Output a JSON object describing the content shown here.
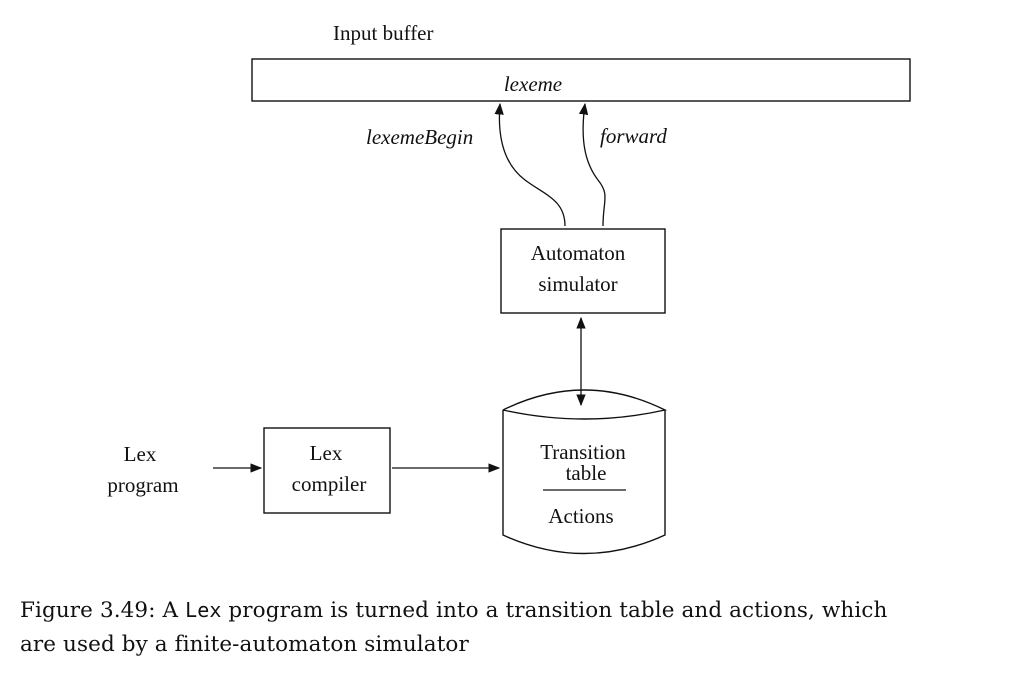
{
  "diagram": {
    "input_buffer_label": "Input buffer",
    "lexeme_label": "lexeme",
    "lexeme_begin_label": "lexemeBegin",
    "forward_label": "forward",
    "automaton_line1": "Automaton",
    "automaton_line2": "simulator",
    "lex_program_line1": "Lex",
    "lex_program_line2": "program",
    "lex_compiler_line1": "Lex",
    "lex_compiler_line2": "compiler",
    "transition_line1": "Transition",
    "transition_line2": "table",
    "actions_label": "Actions"
  },
  "caption": {
    "prefix": "Figure 3.49: A ",
    "code": "Lex",
    "suffix": " program is turned into a transition table and actions, which",
    "line2": "are used by a finite-automaton simulator"
  }
}
